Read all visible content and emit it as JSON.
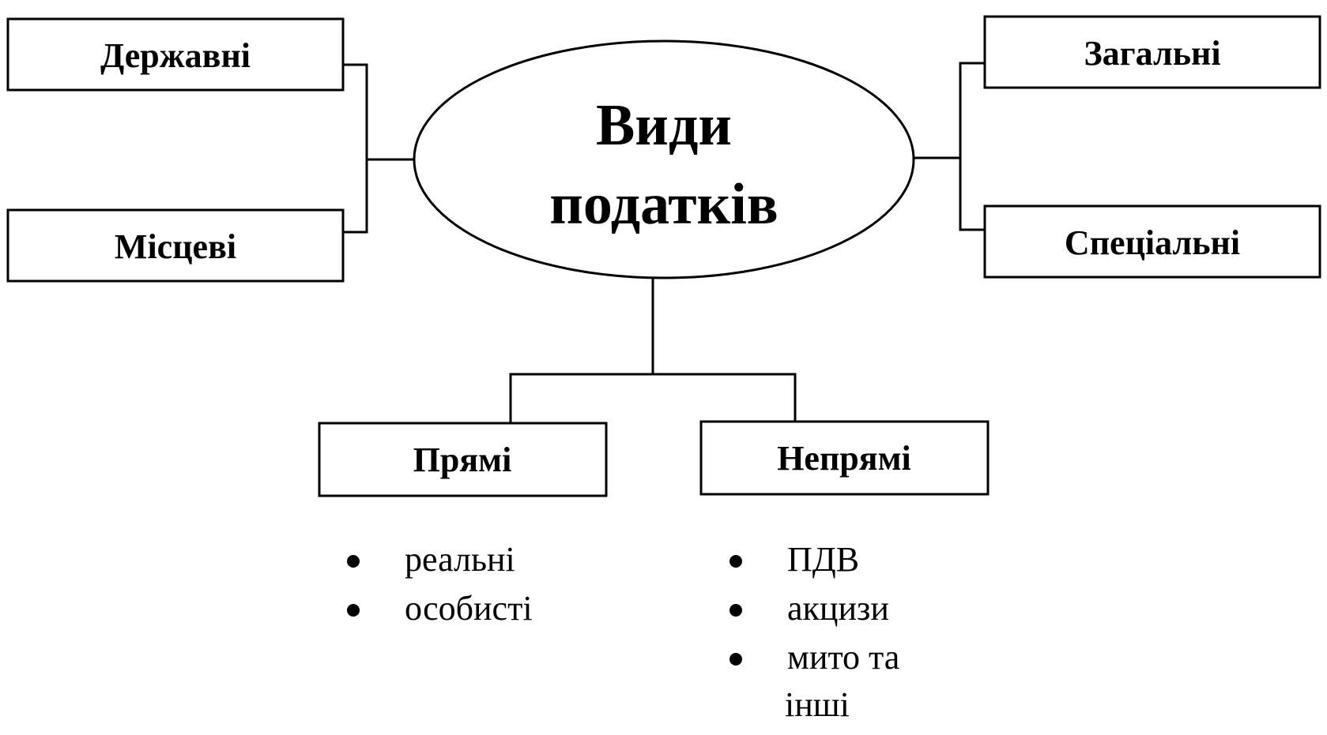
{
  "center": {
    "line1": "Види",
    "line2": "податків"
  },
  "left": {
    "top": "Державні",
    "bottom": "Місцеві"
  },
  "right": {
    "top": "Загальні",
    "bottom": "Спеціальні"
  },
  "bottom": {
    "direct": {
      "label": "Прямі",
      "items": [
        "реальні",
        "особисті"
      ]
    },
    "indirect": {
      "label": "Непрямі",
      "items": [
        "ПДВ",
        "акцизи",
        "мито та",
        "інші"
      ]
    }
  }
}
